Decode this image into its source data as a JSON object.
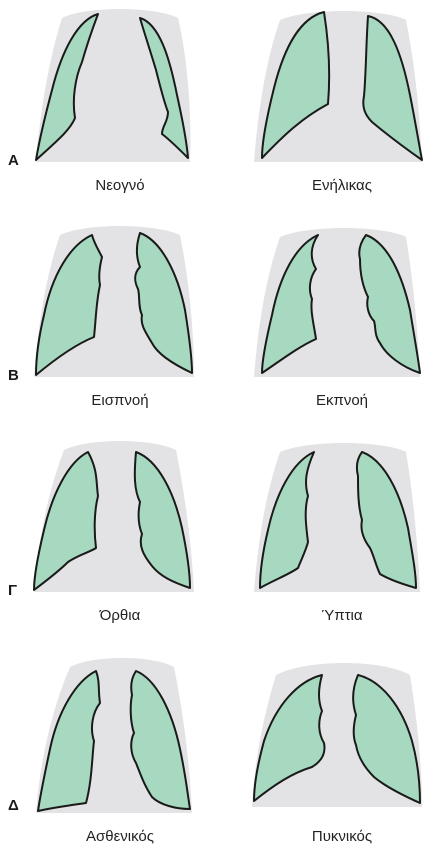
{
  "rows": [
    {
      "letter": "Α",
      "left_caption": "Νεογνό",
      "right_caption": "Ενήλικας"
    },
    {
      "letter": "Β",
      "left_caption": "Εισπνοή",
      "right_caption": "Εκπνοή"
    },
    {
      "letter": "Γ",
      "left_caption": "Όρθια",
      "right_caption": "Ύπτια"
    },
    {
      "letter": "Δ",
      "left_caption": "Ασθενικός",
      "right_caption": "Πυκνικός"
    }
  ],
  "colors": {
    "lung_fill": "#a6d9bf",
    "lung_outline": "#1a1a1a",
    "mediastinum": "#e3e3e5"
  }
}
